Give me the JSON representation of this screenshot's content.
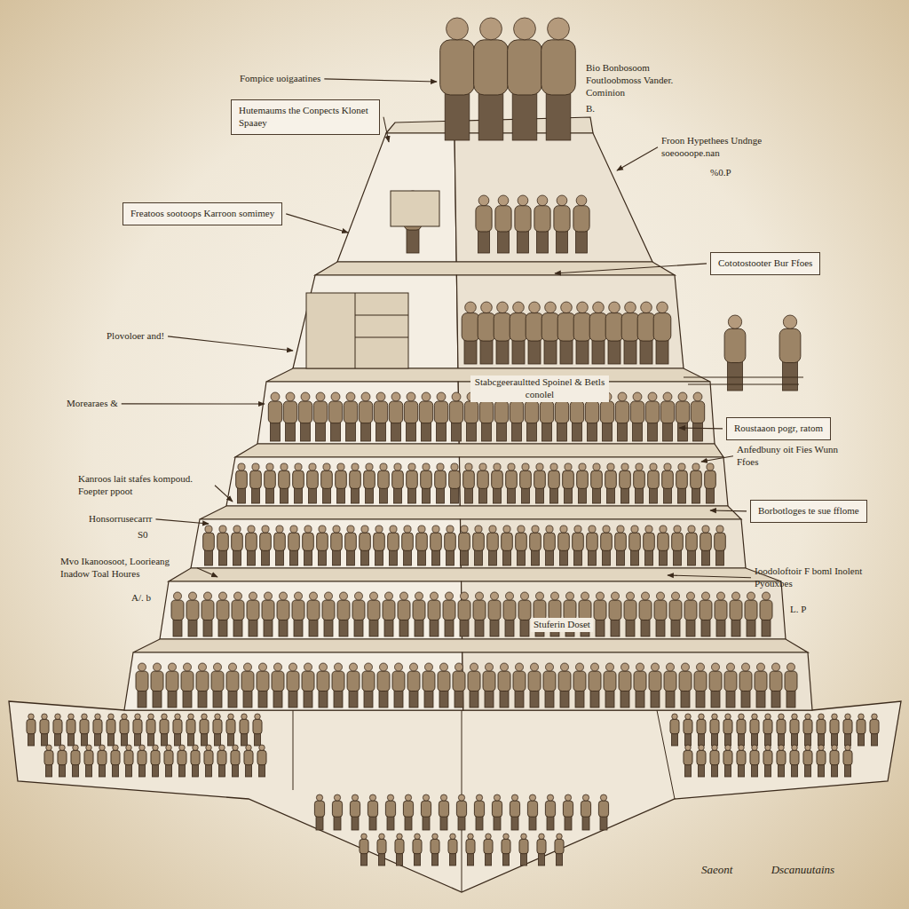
{
  "diagram": {
    "caption": "Saeont Dscanuutains",
    "nodes": [
      {
        "text": [
          "Hutemaums the Conpects Klonet Spaaey"
        ]
      },
      {
        "text": [
          "Freatoos sootoops Karroon somimey"
        ]
      },
      {
        "text": [
          "Cototostooter Bur Ffoes"
        ]
      },
      {
        "text": [
          "Roustaaon pogr, ratom"
        ]
      },
      {
        "text": [
          "Borbotloges te sue fflome"
        ]
      }
    ],
    "labels": [
      "Fompice uoigaatines",
      "Bio Bonbosoom Foutloobmoss Vander. Cominion",
      "B.",
      "Froon Hypethees Undnge soeoooope.nan",
      "%0.P",
      "Plovoloer and!",
      "Morearaes &",
      "Stabcgeeraultted Spoinel & Betls conolel",
      "Anfedbuny oit Fies Wunn Ffoes",
      "Kanroos lait stafes kompoud. Foepter ppoot",
      "Honsorrusecarrr",
      "S0",
      "Ioodoloftoir F boml Inolent Pyouxbes",
      "Mvo Ikanoosoot, Loorieang Inadow Toal Houres",
      "A/. b",
      "L. P",
      "Stuferin Doset"
    ]
  }
}
